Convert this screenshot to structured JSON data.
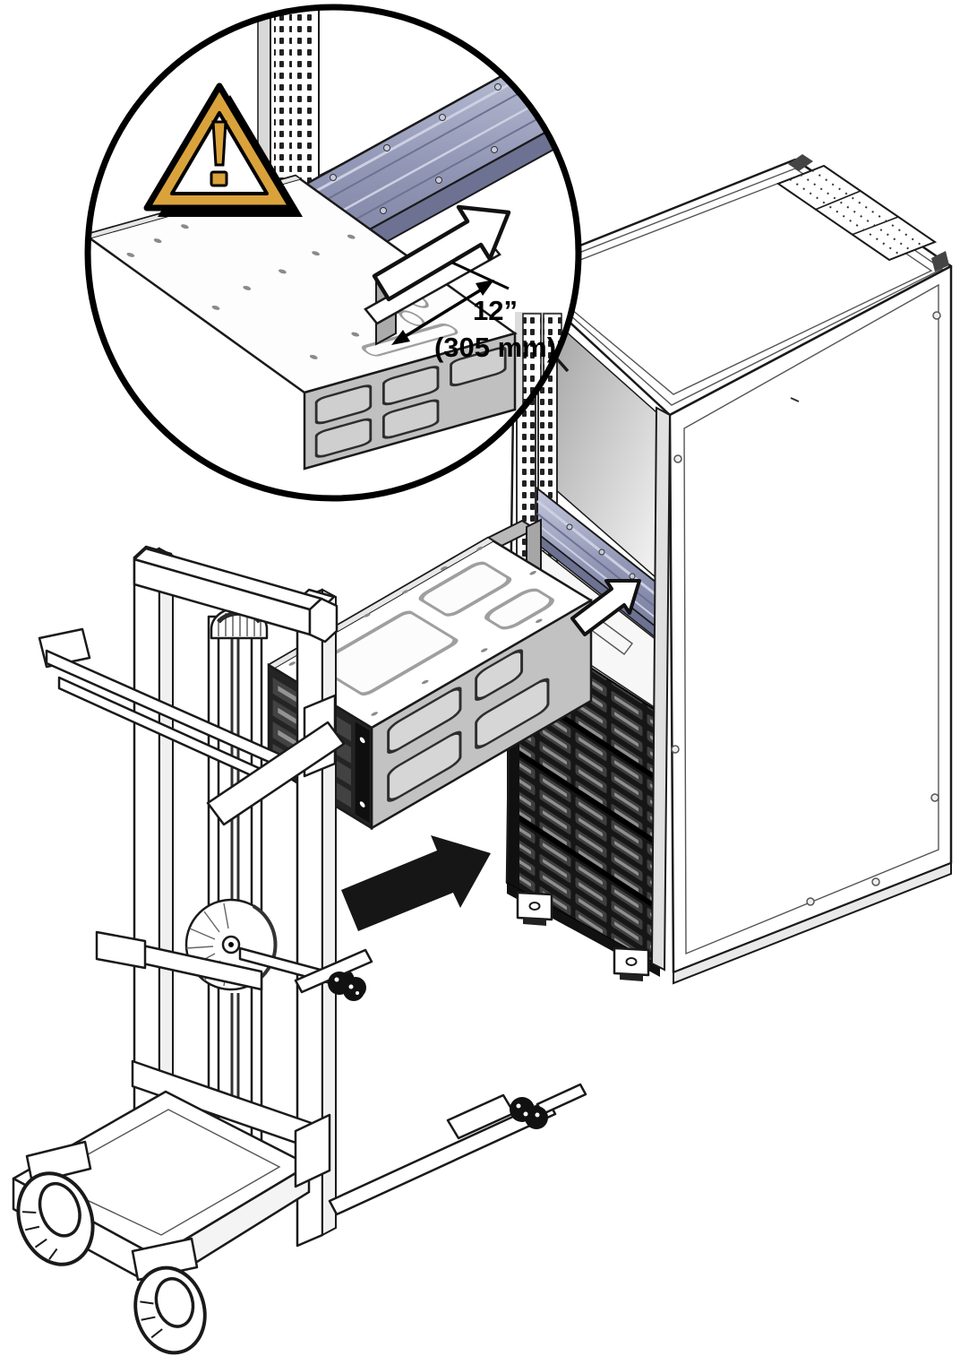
{
  "figure": {
    "title": "Server installation into equipment rack using a lift",
    "inset": {
      "dimension_label": {
        "inches": "12”",
        "mm": "(305 mm)"
      }
    },
    "icons": {
      "warning": "caution-triangle-icon",
      "insert": "solid-arrow-up-right-icon",
      "slide": "outline-arrow-up-right-icon",
      "clearance": "double-ended-dimension-arrow-icon"
    },
    "colors": {
      "line": "#1a1a1a",
      "amber": "#d9a23b",
      "rail": "#9ba0bf",
      "railLight": "#ccd0e2",
      "railDark": "#6d7292",
      "trayFace": "#3f3f3f",
      "traySlit": "#8f8f8f",
      "chassisSide": "#c2c2c2",
      "paper": "#ffffff"
    }
  }
}
